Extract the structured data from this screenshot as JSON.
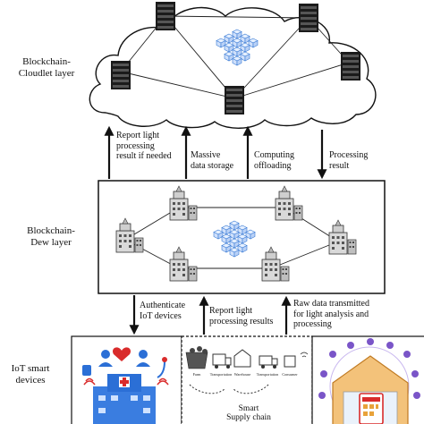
{
  "layers": {
    "cloudlet": "Blockchain-\nCloudlet layer",
    "dew": "Blockchain-\nDew layer",
    "iot": "IoT smart\ndevices"
  },
  "arrows_up": [
    {
      "label": "Report light\nprocessing\nresult if needed"
    },
    {
      "label": "Massive\ndata storage"
    },
    {
      "label": "Computing\noffloading"
    }
  ],
  "arrows_down": [
    {
      "label": "Processing\nresult"
    }
  ],
  "dew_to_iot": [
    {
      "label": "Authenticate\nIoT devices",
      "direction": "down"
    },
    {
      "label": "Report light\nprocessing results",
      "direction": "up"
    },
    {
      "label": "Raw data transmitted\nfor light analysis and\nprocessing",
      "direction": "up"
    }
  ],
  "supply_chain": {
    "title": "Smart\nSupply chain",
    "stages": [
      "Farm",
      "Transportation",
      "Warehouse",
      "Transportation",
      "Consumer"
    ]
  },
  "colors": {
    "health": "#2b6fd6",
    "heart": "#d92b2b",
    "home": "#e8a23a",
    "ring": "#7a55c8"
  }
}
